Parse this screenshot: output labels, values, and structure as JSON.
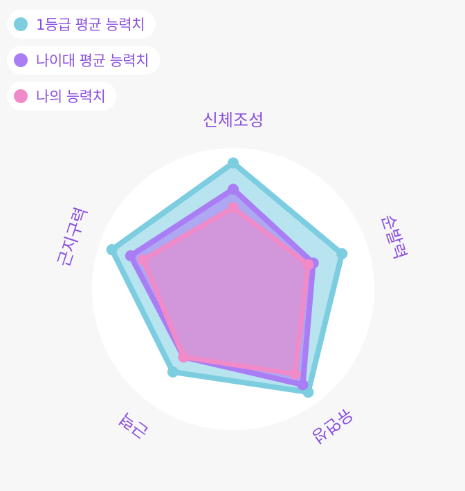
{
  "legend": {
    "items": [
      {
        "label": "1등급 평균 능력치",
        "color": "#7ccde0"
      },
      {
        "label": "나이대 평균 능력치",
        "color": "#a97ef5"
      },
      {
        "label": "나의 능력치",
        "color": "#f08ac8"
      }
    ]
  },
  "chart_data": {
    "type": "radar",
    "axes": [
      "신체조성",
      "순발력",
      "유연성",
      "근력",
      "근지구력"
    ],
    "range": [
      0,
      100
    ],
    "grid": false,
    "legend_position": "top-left",
    "series": [
      {
        "name": "1등급 평균 능력치",
        "values": [
          96,
          87,
          97,
          78,
          97
        ],
        "color": "#7ccde0"
      },
      {
        "name": "나이대 평균 능력치",
        "values": [
          76,
          64,
          90,
          64,
          82
        ],
        "color": "#a97ef5"
      },
      {
        "name": "나의 능력치",
        "values": [
          62,
          60,
          80,
          64,
          72
        ],
        "color": "#f08ac8"
      }
    ]
  }
}
